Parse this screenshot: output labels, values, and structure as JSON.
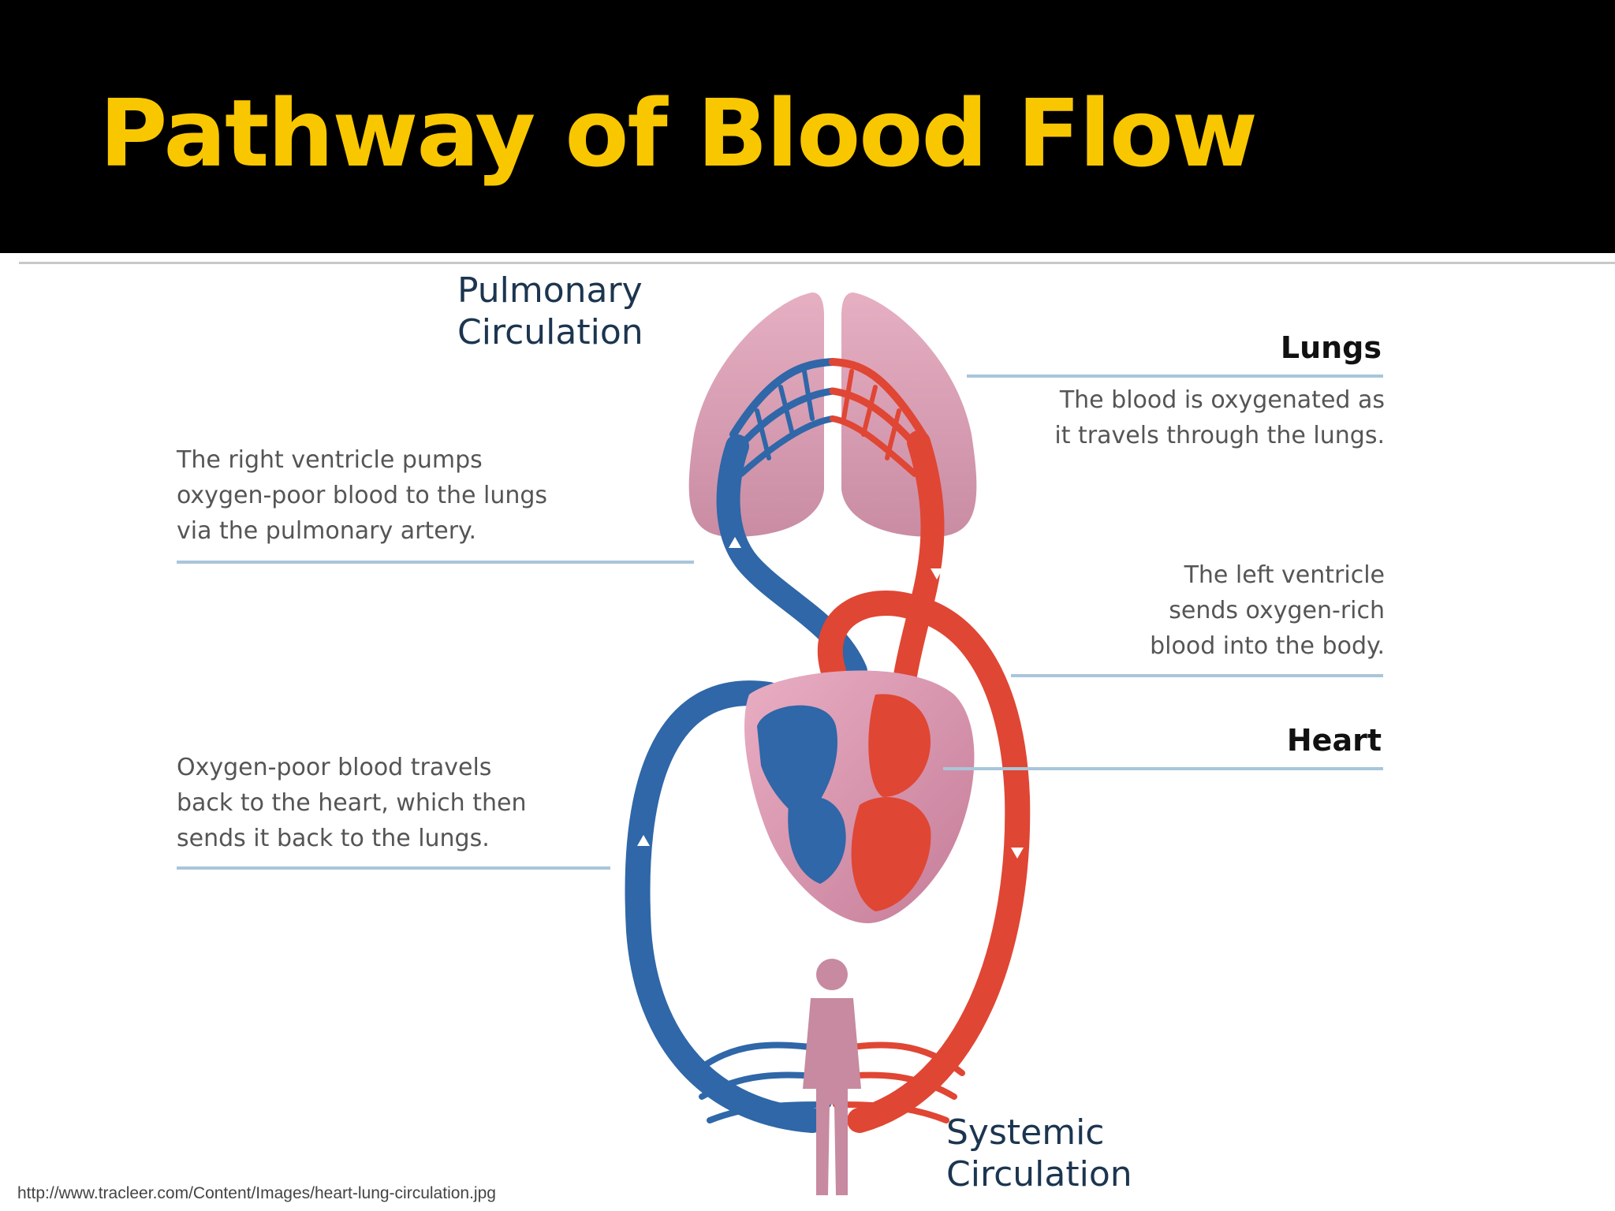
{
  "slide": {
    "title": "Pathway of Blood Flow",
    "source_url": "http://www.tracleer.com/Content/Images/heart-lung-circulation.jpg"
  },
  "diagram": {
    "pulmonary_label": [
      "Pulmonary",
      "Circulation"
    ],
    "systemic_label": [
      "Systemic",
      "Circulation"
    ],
    "lungs": {
      "title": "Lungs",
      "text": [
        "The blood is oxygenated as",
        "it travels through the lungs."
      ]
    },
    "left_ventricle": {
      "text": [
        "The left ventricle",
        "sends oxygen-rich",
        "blood into the body."
      ]
    },
    "heart": {
      "title": "Heart"
    },
    "right_ventricle": {
      "text": [
        "The right ventricle pumps",
        "oxygen-poor blood to the lungs",
        "via the pulmonary artery."
      ]
    },
    "return_flow": {
      "text": [
        "Oxygen-poor blood travels",
        "back to the heart, which then",
        "sends it back to the lungs."
      ]
    }
  },
  "colors": {
    "title": "#f9c700",
    "header_bg": "#000000",
    "oxygen_rich": "#e04634",
    "oxygen_poor": "#2f67a8",
    "tissue": "#d98da8",
    "callout_line": "#a9c6da"
  }
}
